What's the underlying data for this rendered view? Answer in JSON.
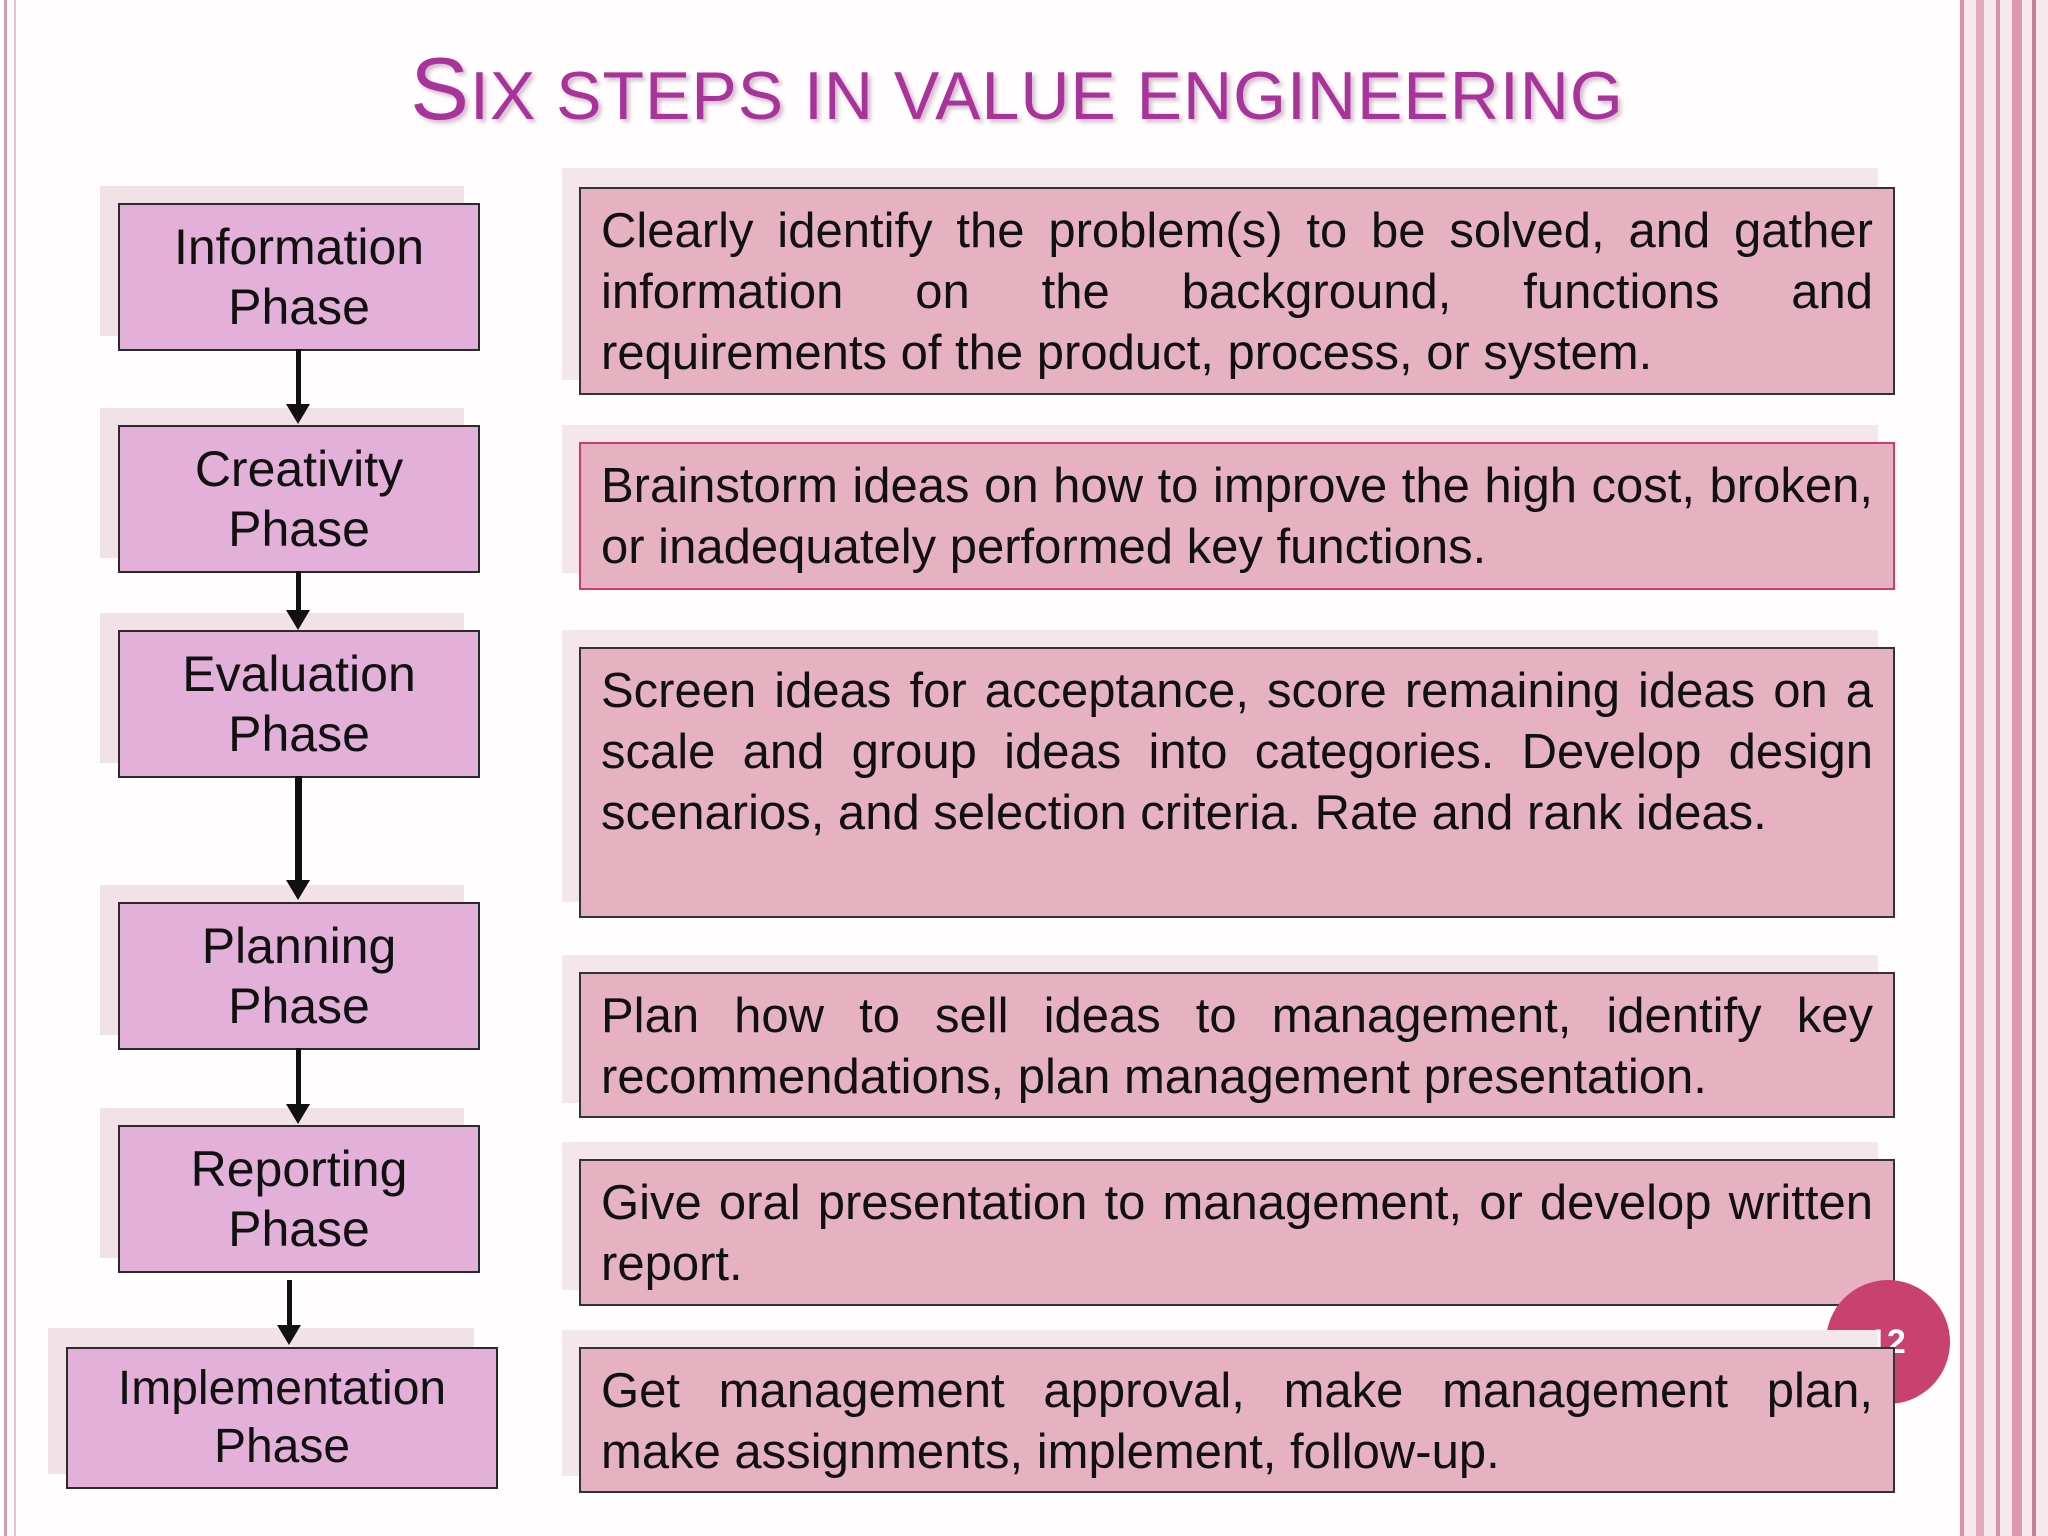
{
  "title": {
    "first_letter": "S",
    "rest": "IX STEPS IN VALUE ENGINEERING"
  },
  "phases": [
    {
      "line1": "Information",
      "line2": "Phase",
      "description": "Clearly identify the problem(s) to be solved, and gather information on the background, functions and requirements of the product, process, or system."
    },
    {
      "line1": "Creativity",
      "line2": "Phase",
      "description": "Brainstorm ideas on how to improve the high cost, broken, or inadequately performed key functions."
    },
    {
      "line1": "Evaluation",
      "line2": "Phase",
      "description": "Screen ideas for acceptance, score remaining ideas on a scale and group ideas into categories.  Develop design scenarios, and selection criteria.  Rate and rank ideas."
    },
    {
      "line1": "Planning",
      "line2": "Phase",
      "description": "Plan how  to sell ideas to management, identify key recommendations, plan management presentation."
    },
    {
      "line1": "Reporting",
      "line2": "Phase",
      "description": "Give oral presentation to management, or develop written report."
    },
    {
      "line1": "Implementation",
      "line2": "Phase",
      "description": "Get management approval, make management plan, make assignments, implement, follow-up."
    }
  ],
  "page_number": "12",
  "colors": {
    "title": "#a8339a",
    "phase_box": "#e2b0d8",
    "description_box": "#e6b2c2",
    "page_badge": "#c9416f"
  }
}
